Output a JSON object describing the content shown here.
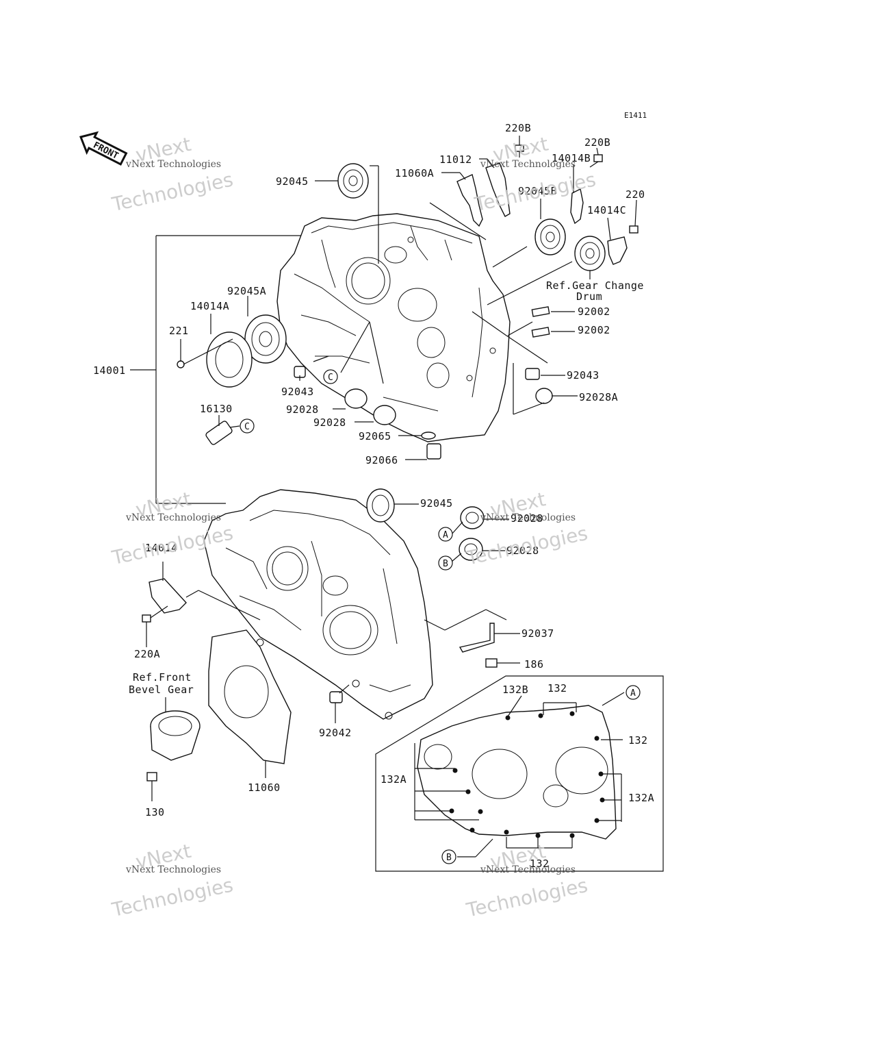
{
  "figure_code": "E1411",
  "front_arrow": "FRONT",
  "watermark": {
    "line_small": "vNext Technologies",
    "big_top": "vNext",
    "big_bottom": "Technologies"
  },
  "parts": {
    "p92045_top": "92045",
    "p11012": "11012",
    "p11060A": "11060A",
    "p220B_a": "220B",
    "p220B_b": "220B",
    "p14014B": "14014B",
    "p92045B": "92045B",
    "p220": "220",
    "p14014C": "14014C",
    "ref_gear_line1": "Ref.Gear Change",
    "ref_gear_line2": "Drum",
    "p92002_a": "92002",
    "p92002_b": "92002",
    "p92043_right": "92043",
    "p92028A": "92028A",
    "p14001": "14001",
    "p14014A": "14014A",
    "p92045A": "92045A",
    "p221": "221",
    "p92043_left": "92043",
    "p92028_a": "92028",
    "p92028_b": "92028",
    "p92065": "92065",
    "p92066": "92066",
    "p16130": "16130",
    "p92045_mid": "92045",
    "p92028_A": "92028",
    "p92028_B": "92028",
    "p14014": "14014",
    "p220A": "220A",
    "p92037": "92037",
    "p186": "186",
    "ref_bevel_line1": "Ref.Front",
    "ref_bevel_line2": "Bevel Gear",
    "p130": "130",
    "p11060": "11060",
    "p92042": "92042",
    "p132B": "132B",
    "p132_top": "132",
    "p132_right": "132",
    "p132A_left": "132A",
    "p132A_right": "132A",
    "p132_bottom": "132"
  },
  "callouts": {
    "c1": "C",
    "c2": "C",
    "a1": "A",
    "b1": "B",
    "a2": "A",
    "b2": "B"
  }
}
